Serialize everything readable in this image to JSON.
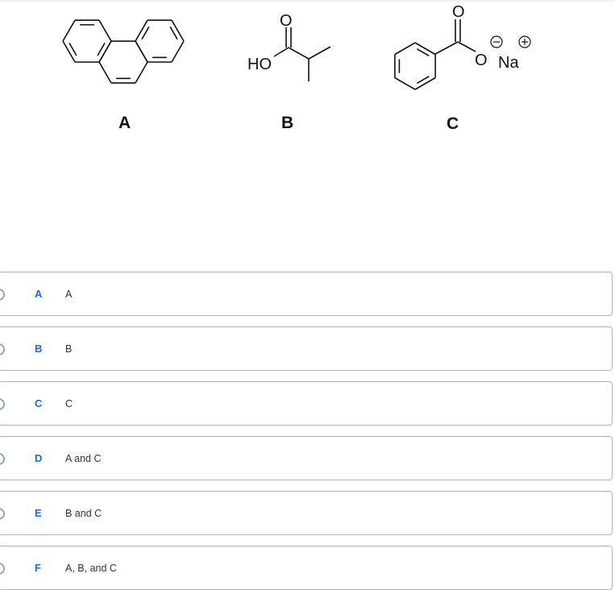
{
  "structures": [
    {
      "label": "A",
      "name": "phenanthrene"
    },
    {
      "label": "B",
      "atoms": {
        "hydroxyl": "HO",
        "carbonyl": "O"
      }
    },
    {
      "label": "C",
      "atoms": {
        "carbonyl": "O",
        "oxide": "O",
        "cation": "Na",
        "minus": "−",
        "plus": "+"
      }
    }
  ],
  "options": [
    {
      "letter": "A",
      "text": "A"
    },
    {
      "letter": "B",
      "text": "B"
    },
    {
      "letter": "C",
      "text": "C"
    },
    {
      "letter": "D",
      "text": "A and C"
    },
    {
      "letter": "E",
      "text": "B and C"
    },
    {
      "letter": "F",
      "text": "A, B, and C"
    }
  ],
  "colors": {
    "accent": "#2266dd",
    "border": "#a9b4bf"
  }
}
